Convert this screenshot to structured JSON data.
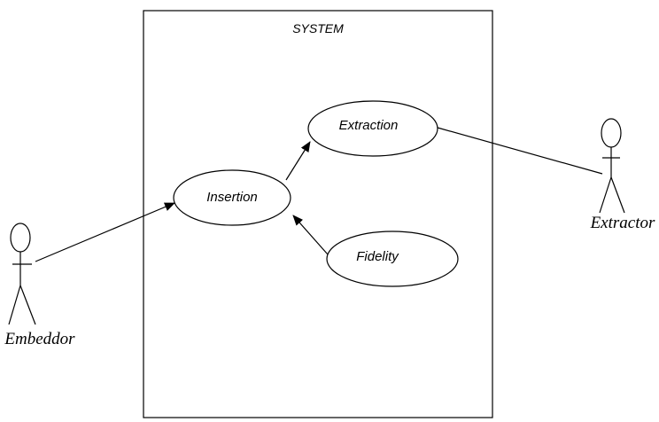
{
  "system": {
    "label": "SYSTEM"
  },
  "use_cases": {
    "insertion": "Insertion",
    "extraction": "Extraction",
    "fidelity": "Fidelity"
  },
  "actors": {
    "embeddor": "Embeddor",
    "extractor": "Extractor"
  },
  "relations": [
    {
      "from": "Embeddor",
      "to": "Insertion",
      "kind": "arrow"
    },
    {
      "from": "Insertion",
      "to": "Extraction",
      "kind": "arrow"
    },
    {
      "from": "Fidelity",
      "to": "Insertion",
      "kind": "arrow"
    },
    {
      "from": "Extraction",
      "to": "Extractor",
      "kind": "line"
    }
  ]
}
